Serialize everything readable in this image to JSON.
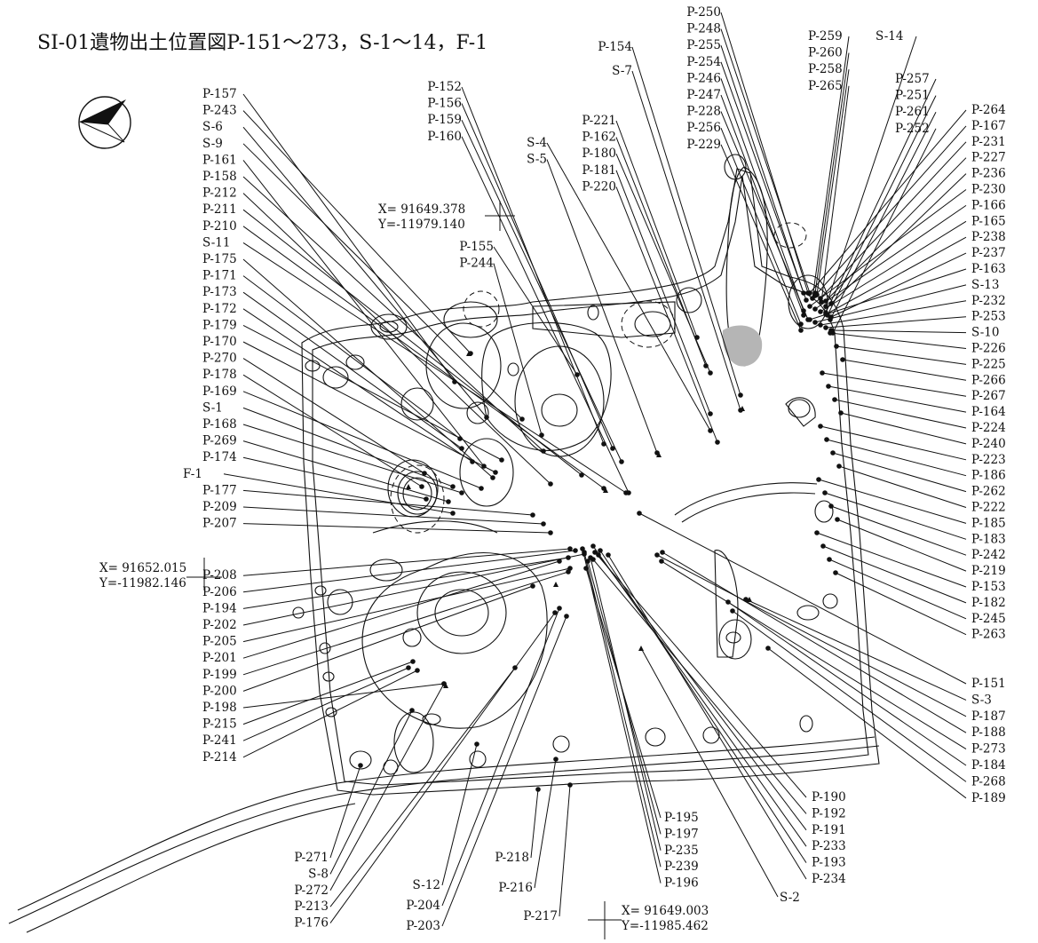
{
  "title": "SI-01遺物出土位置図P-151～273，S-1～14，F-1",
  "compass_icon": "north-arrow-icon",
  "coordinate_markers": [
    {
      "x": "X= 91649.378",
      "y": "Y=-11979.140"
    },
    {
      "x": "X= 91652.015",
      "y": "Y=-11982.146"
    },
    {
      "x": "X= 91649.003",
      "y": "Y=-11985.462"
    }
  ],
  "left_labels": [
    "P-157",
    "P-243",
    "S-6",
    "S-9",
    "P-161",
    "P-158",
    "P-212",
    "P-211",
    "P-210",
    "S-11",
    "P-175",
    "P-171",
    "P-173",
    "P-172",
    "P-179",
    "P-170",
    "P-270",
    "P-178",
    "P-169",
    "S-1",
    "P-168",
    "P-269",
    "P-174",
    "F-1",
    "P-177",
    "P-209",
    "P-207",
    "P-208",
    "P-206",
    "P-194",
    "P-202",
    "P-205",
    "P-201",
    "P-199",
    "P-200",
    "P-198",
    "P-215",
    "P-241",
    "P-214"
  ],
  "top_labels_a": [
    "P-152",
    "P-156",
    "P-159",
    "P-160"
  ],
  "top_labels_b": [
    "P-155",
    "P-244"
  ],
  "top_labels_c": [
    "S-4",
    "S-5"
  ],
  "top_labels_d": [
    "P-221",
    "P-162",
    "P-180",
    "P-181",
    "P-220"
  ],
  "top_labels_e": [
    "P-154",
    "S-7"
  ],
  "top_labels_f": [
    "P-250",
    "P-248",
    "P-255",
    "P-254",
    "P-246",
    "P-247",
    "P-228",
    "P-256",
    "P-229"
  ],
  "top_labels_g": [
    "P-259",
    "P-260",
    "P-258",
    "P-265"
  ],
  "top_labels_h": [
    "S-14"
  ],
  "top_labels_i": [
    "P-257",
    "P-251",
    "P-261",
    "P-252"
  ],
  "right_labels": [
    "P-264",
    "P-167",
    "P-231",
    "P-227",
    "P-236",
    "P-230",
    "P-166",
    "P-165",
    "P-238",
    "P-237",
    "P-163",
    "S-13",
    "P-232",
    "P-253",
    "S-10",
    "P-226",
    "P-225",
    "P-266",
    "P-267",
    "P-164",
    "P-224",
    "P-240",
    "P-223",
    "P-186",
    "P-262",
    "P-222",
    "P-185",
    "P-183",
    "P-242",
    "P-219",
    "P-153",
    "P-182",
    "P-245",
    "P-263"
  ],
  "right_lower_labels": [
    "P-151",
    "S-3",
    "P-187",
    "P-188",
    "P-273",
    "P-184",
    "P-268",
    "P-189"
  ],
  "bottom_labels_a": [
    "P-190",
    "P-192",
    "P-191",
    "P-233",
    "P-193",
    "P-234"
  ],
  "bottom_labels_b": [
    "P-195",
    "P-197",
    "P-235",
    "P-239",
    "P-196"
  ],
  "bottom_labels_c": [
    "P-271",
    "S-8",
    "P-272",
    "P-213",
    "P-176"
  ],
  "bottom_labels_d": [
    "S-12",
    "P-204",
    "P-203"
  ],
  "bottom_labels_e": [
    "P-218",
    "P-216",
    "P-217"
  ],
  "bottom_labels_f": [
    "S-2"
  ]
}
